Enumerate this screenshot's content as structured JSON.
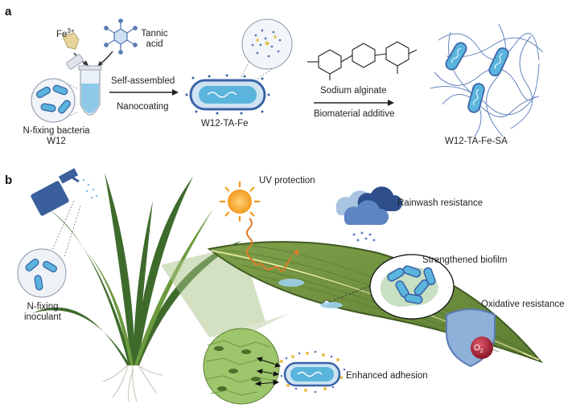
{
  "panel_a": {
    "letter": "a",
    "fe_base": "Fe",
    "fe_sup": "3+",
    "tannic": "Tannic",
    "tannic2": "acid",
    "self_assembled": "Self-assembled",
    "nanocoating": "Nanocoating",
    "bacteria_line1": "N-fixing bacteria",
    "bacteria_line2": "W12",
    "w12_ta_fe": "W12-TA-Fe",
    "sodium_alginate": "Sodium alginate",
    "biomaterial_additive": "Biomaterial additive",
    "w12_ta_fe_sa": "W12-TA-Fe-SA"
  },
  "panel_b": {
    "letter": "b",
    "uv_protection": "UV protection",
    "rainwash": "Rainwash resistance",
    "biofilm": "Strengthened biofilm",
    "oxidative": "Oxidative resistance",
    "o2_base": "O",
    "o2_sub": "2",
    "adhesion": "Enhanced adhesion",
    "inoculant_line1": "N-fixing",
    "inoculant_line2": "inoculant"
  },
  "colors": {
    "bacterium_fill": "#5ab4dc",
    "bacterium_outline": "#3a63a8",
    "leaf_green": "#6e8f3c",
    "leaf_dark": "#3f5a22",
    "sun": "#f5a623",
    "uv_wave": "#e07b2a",
    "cloud_dark": "#2e4f8c",
    "shield": "#8fb0d8",
    "o2_red": "#b0243a"
  },
  "icons": [
    "sun-icon",
    "cloud-icon",
    "spray-bottle-icon",
    "shield-icon",
    "test-tube-icon",
    "rain-icon"
  ]
}
